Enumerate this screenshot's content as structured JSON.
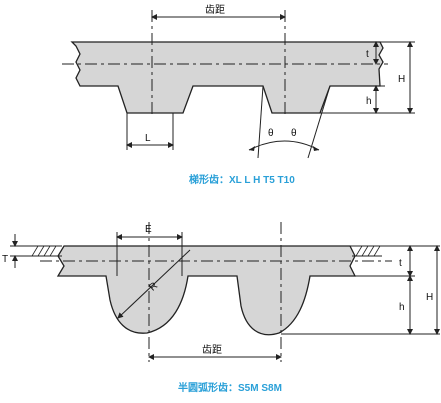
{
  "top": {
    "pitch_label": "齿距",
    "t_label": "t",
    "H_label": "H",
    "h_label": "h",
    "L_label": "L",
    "theta_left": "θ",
    "theta_right": "θ",
    "caption": "梯形齿：XL  L  H  T5  T10"
  },
  "bottom": {
    "E_label": "E",
    "R_label": "R",
    "T_label": "T",
    "t_label": "t",
    "H_label": "H",
    "h_label": "h",
    "pitch_label": "齿距",
    "caption": "半圆弧形齿：S5M   S8M"
  },
  "colors": {
    "belt_fill": "#d6d6d6",
    "caption": "#2aa0d8"
  }
}
